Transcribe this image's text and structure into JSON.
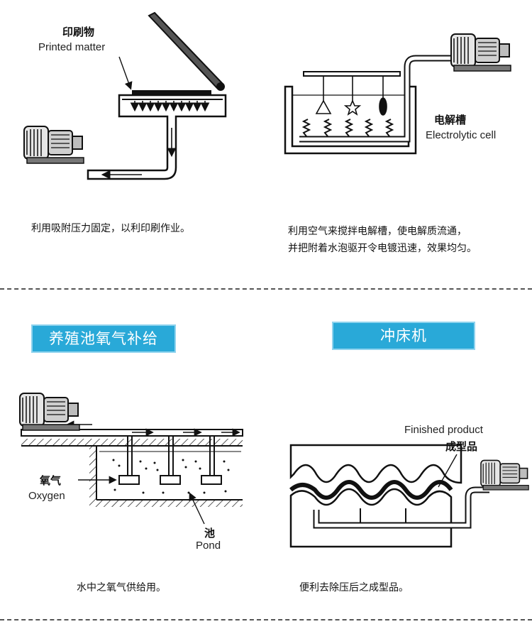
{
  "panel1": {
    "label_cn": "印刷物",
    "label_en": "Printed matter",
    "caption": "利用吸附压力固定，以利印刷作业。"
  },
  "panel2": {
    "label_cn": "电解槽",
    "label_en": "Electrolytic cell",
    "caption_line1": "利用空气来搅拌电解槽，使电解质流通，",
    "caption_line2": "并把附着水泡驱开令电镀迅速，效果均匀。"
  },
  "panel3": {
    "banner": "养殖池氧气补给",
    "oxygen_cn": "氧气",
    "oxygen_en": "Oxygen",
    "pond_cn": "池",
    "pond_en": "Pond",
    "caption": "水中之氧气供给用。"
  },
  "panel4": {
    "banner": "冲床机",
    "product_en": "Finished product",
    "product_cn": "成型品",
    "caption": "便利去除压后之成型品。"
  },
  "colors": {
    "banner_bg": "#29a9d8",
    "line": "#111111"
  }
}
